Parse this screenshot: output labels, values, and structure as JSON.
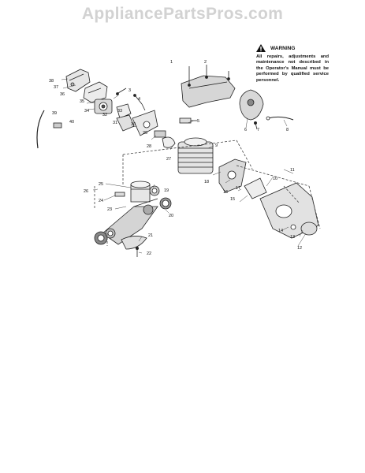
{
  "watermark": "AppliancePartsPros.com",
  "warning": {
    "title": "WARNING",
    "text": "All repairs, adjustments and maintenance not described in the Operator's Manual must be performed by qualified service personnel."
  },
  "callouts": [
    "1",
    "2",
    "3",
    "4",
    "5",
    "6",
    "7",
    "8",
    "9",
    "10",
    "11",
    "12",
    "13",
    "14",
    "15",
    "16",
    "17",
    "18",
    "19",
    "20",
    "21",
    "22",
    "23",
    "24",
    "25",
    "26",
    "27",
    "28",
    "29",
    "30",
    "31",
    "32",
    "33",
    "34",
    "35",
    "36",
    "37",
    "38",
    "39",
    "40"
  ]
}
